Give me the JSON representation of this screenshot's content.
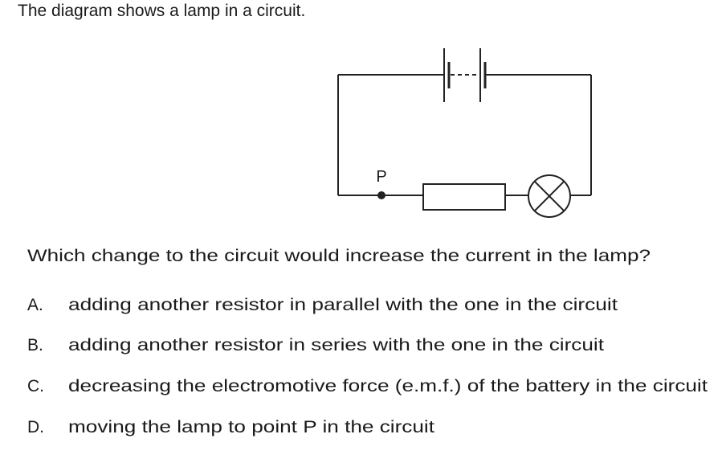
{
  "intro": "The diagram shows a lamp in a circuit.",
  "diagram": {
    "point_label": "P",
    "components": [
      "battery-of-cells",
      "resistor",
      "lamp",
      "point-P"
    ]
  },
  "question": "Which change to the circuit would increase the current in the lamp?",
  "options": [
    {
      "letter": "A.",
      "text": "adding another resistor in parallel with the one in the circuit"
    },
    {
      "letter": "B.",
      "text": "adding another resistor in series with the one in the circuit"
    },
    {
      "letter": "C.",
      "text": "decreasing the electromotive force (e.m.f.) of the battery in the circuit"
    },
    {
      "letter": "D.",
      "text": "moving the lamp to point P in the circuit"
    }
  ]
}
